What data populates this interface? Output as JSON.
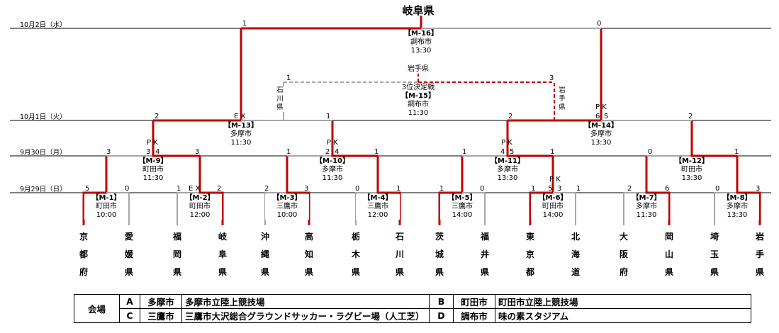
{
  "title": "岐阜県",
  "dates": {
    "d1": "10月2日（水）",
    "d2": "10月1日（火）",
    "d3": "9月30日（月）",
    "d4": "9月29日（日）"
  },
  "teams": [
    {
      "name": "京都府"
    },
    {
      "name": "愛媛県"
    },
    {
      "name": "福岡県"
    },
    {
      "name": "岐阜県"
    },
    {
      "name": "沖縄県"
    },
    {
      "name": "高知県"
    },
    {
      "name": "栃木県"
    },
    {
      "name": "石川県"
    },
    {
      "name": "茨城県"
    },
    {
      "name": "福井県"
    },
    {
      "name": "東京都"
    },
    {
      "name": "北海道"
    },
    {
      "name": "大阪府"
    },
    {
      "name": "岡山県"
    },
    {
      "name": "埼玉県"
    },
    {
      "name": "岩手県"
    }
  ],
  "matches": [
    {
      "id": "【M-1】",
      "venue": "町田市",
      "time": "10:00"
    },
    {
      "id": "【M-2】",
      "venue": "町田市",
      "time": "12:00"
    },
    {
      "id": "【M-3】",
      "venue": "三鷹市",
      "time": "10:00"
    },
    {
      "id": "【M-4】",
      "venue": "三鷹市",
      "time": "12:00"
    },
    {
      "id": "【M-5】",
      "venue": "三鷹市",
      "time": "14:00"
    },
    {
      "id": "【M-6】",
      "venue": "町田市",
      "time": "14:00"
    },
    {
      "id": "【M-7】",
      "venue": "多摩市",
      "time": "11:30"
    },
    {
      "id": "【M-8】",
      "venue": "多摩市",
      "time": "13:30"
    },
    {
      "id": "【M-9】",
      "venue": "町田市",
      "time": "11:30"
    },
    {
      "id": "【M-10】",
      "venue": "多摩市",
      "time": "11:30"
    },
    {
      "id": "【M-11】",
      "venue": "多摩市",
      "time": "13:30"
    },
    {
      "id": "【M-12】",
      "venue": "町田市",
      "time": "13:30"
    },
    {
      "id": "【M-13】",
      "venue": "多摩市",
      "time": "11:30"
    },
    {
      "id": "【M-14】",
      "venue": "多摩市",
      "time": "13:30"
    },
    {
      "id": "【M-15】",
      "venue": "調布市",
      "time": "11:30"
    },
    {
      "id": "【M-16】",
      "venue": "調布市",
      "time": "13:30"
    }
  ],
  "scores": {
    "m1": [
      "5",
      "0"
    ],
    "m2": [
      "1",
      "2"
    ],
    "m3": [
      "2",
      "3"
    ],
    "m4": [
      "0",
      "1"
    ],
    "m5": [
      "1",
      "0"
    ],
    "m6": [
      "1",
      "1"
    ],
    "m7": [
      "2",
      "6"
    ],
    "m8": [
      "0",
      "3"
    ],
    "m9": [
      "3",
      "3"
    ],
    "m10": [
      "1",
      "1"
    ],
    "m11": [
      "1",
      "1"
    ],
    "m12": [
      "0",
      "1"
    ],
    "m13": [
      "2",
      "1"
    ],
    "m14": [
      "2",
      "2"
    ],
    "m15": [
      "1",
      "3"
    ],
    "m16": [
      "1",
      "0"
    ]
  },
  "notes": {
    "m2_ex": "E X",
    "m6_pk": "P K",
    "m9_pk": "P K",
    "m10_pk": "P K",
    "m11_pk": "P K",
    "m13_ex": "E X",
    "m14_pk": "P K",
    "m6_pk_l": "5",
    "m6_pk_r": "3",
    "m9_pk_l": "3",
    "m9_pk_r": "4",
    "m10_pk_l": "2",
    "m10_pk_r": "4",
    "m11_pk_l": "4",
    "m11_pk_r": "5",
    "m14_pk_l": "6",
    "m14_pk_r": "5"
  },
  "third_place": {
    "winner": "岩手県",
    "label": "3位決定戦",
    "left_team": "石川県",
    "right_team": "岩手県"
  },
  "venue_table": {
    "header": "会場",
    "rows": [
      {
        "key": "A",
        "city": "多摩市",
        "venue": "多摩市立陸上競技場",
        "key2": "B",
        "city2": "町田市",
        "venue2": "町田市立陸上競技場"
      },
      {
        "key": "C",
        "city": "三鷹市",
        "venue": "三鷹市大沢総合グラウンドサッカー・ラグビー場（人工芝）",
        "key2": "D",
        "city2": "調布市",
        "venue2": "味の素スタジアム"
      }
    ]
  },
  "colors": {
    "win": "#c00000",
    "lose": "#a6a6a6",
    "text": "#000000"
  }
}
